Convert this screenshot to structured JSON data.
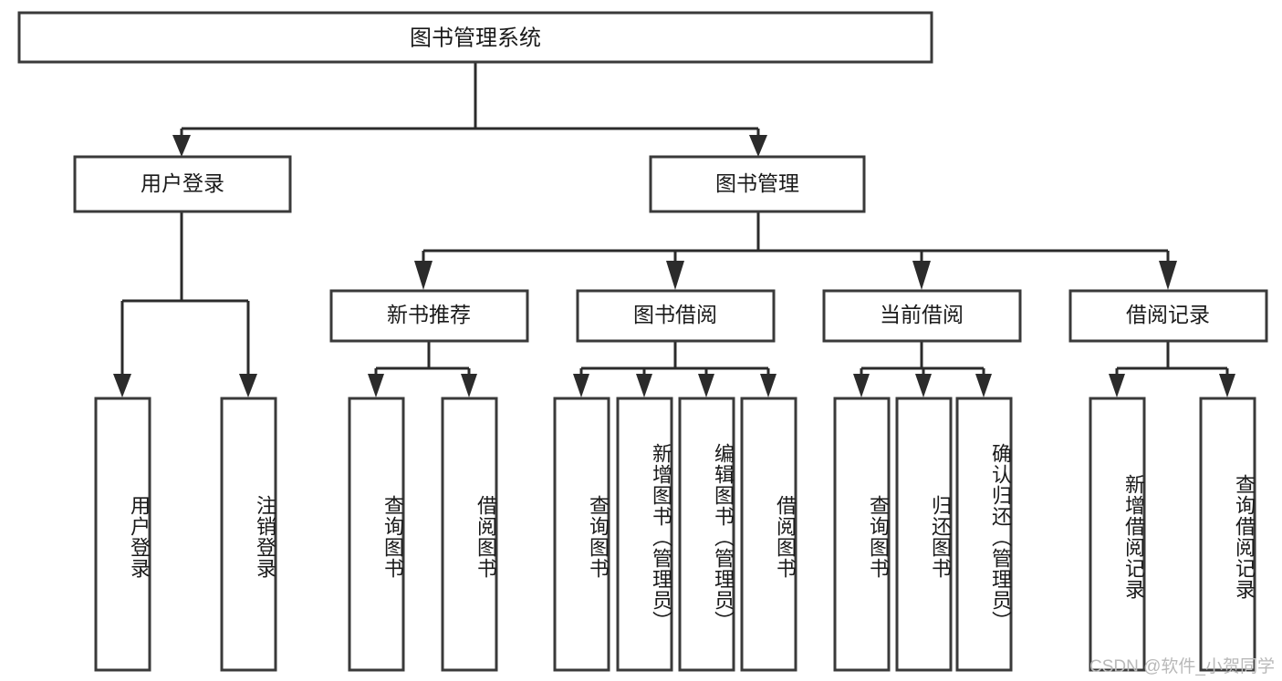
{
  "diagram": {
    "title": "图书管理系统",
    "type": "tree",
    "watermark": "CSDN @软件_小贺同学",
    "colors": {
      "box_stroke": "#3a3a3a",
      "connector": "#2b2b2b",
      "background": "#ffffff",
      "text": "#1a1a1a",
      "watermark": "#b9b9b9"
    },
    "root": {
      "label": "图书管理系统"
    },
    "level2": [
      {
        "label": "用户登录"
      },
      {
        "label": "图书管理"
      }
    ],
    "user_login_children": [
      {
        "label": "用户登录"
      },
      {
        "label": "注销登录"
      }
    ],
    "level3": [
      {
        "label": "新书推荐"
      },
      {
        "label": "图书借阅"
      },
      {
        "label": "当前借阅"
      },
      {
        "label": "借阅记录"
      }
    ],
    "new_book_children": [
      {
        "label": "查询图书"
      },
      {
        "label": "借阅图书"
      }
    ],
    "book_borrow_children": [
      {
        "label": "查询图书"
      },
      {
        "label": "新增图书（管理员）"
      },
      {
        "label": "编辑图书（管理员）"
      },
      {
        "label": "借阅图书"
      }
    ],
    "current_borrow_children": [
      {
        "label": "查询图书"
      },
      {
        "label": "归还图书"
      },
      {
        "label": "确认归还（管理员）"
      }
    ],
    "borrow_record_children": [
      {
        "label": "新增借阅记录"
      },
      {
        "label": "查询借阅记录"
      }
    ]
  }
}
